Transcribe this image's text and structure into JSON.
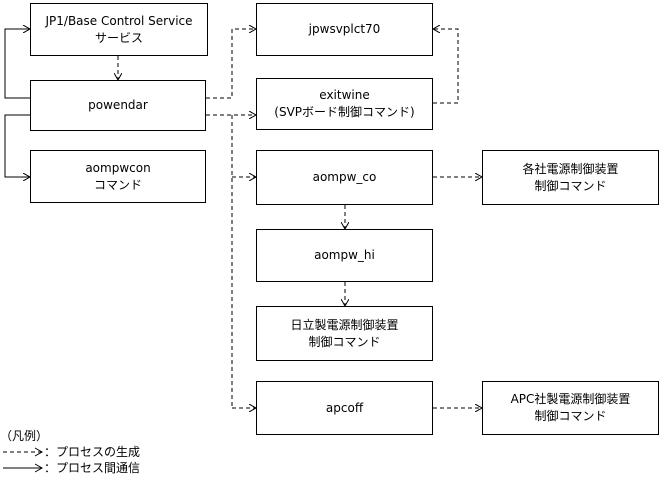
{
  "boxes": {
    "jp1": {
      "line1": "JP1/Base Control Service",
      "line2": "サービス"
    },
    "powendar": {
      "line1": "powendar"
    },
    "aompwcon": {
      "line1": "aompwcon",
      "line2": "コマンド"
    },
    "jpwsvplct70": {
      "line1": "jpwsvplct70"
    },
    "exitwine": {
      "line1": "exitwine",
      "line2": "(SVPボード制御コマンド)"
    },
    "aompw_co": {
      "line1": "aompw_co"
    },
    "aompw_hi": {
      "line1": "aompw_hi"
    },
    "hitachi": {
      "line1": "日立製電源制御装置",
      "line2": "制御コマンド"
    },
    "apcoff": {
      "line1": "apcoff"
    },
    "vendor": {
      "line1": "各社電源制御装置",
      "line2": "制御コマンド"
    },
    "apc": {
      "line1": "APC社製電源制御装置",
      "line2": "制御コマンド"
    }
  },
  "legend": {
    "title": "（凡例）",
    "dashed_label": "：プロセスの生成",
    "solid_label": "：プロセス間通信"
  }
}
